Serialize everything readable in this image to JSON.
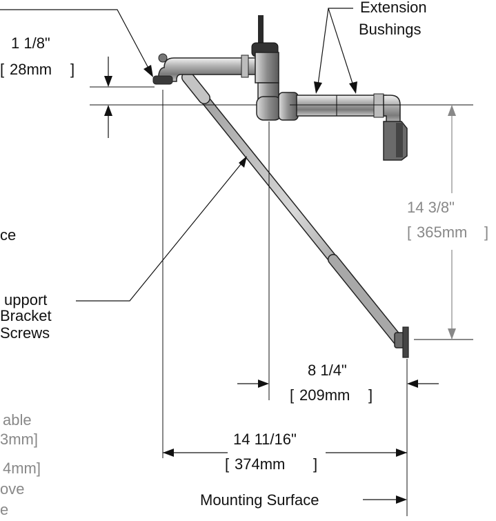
{
  "labels": {
    "extension_bushings_line1": "Extension",
    "extension_bushings_line2": "Bushings",
    "support_line1": "upport",
    "support_line2": "Bracket",
    "support_line3": "Screws",
    "face_fragment": "ce",
    "mounting_surface": "Mounting Surface"
  },
  "dimensions": {
    "outlet_height": {
      "imperial": "1 1/8\"",
      "metric": "28mm"
    },
    "spout_height": {
      "imperial": "14 3/8\"",
      "metric": "365mm"
    },
    "bracket_reach": {
      "imperial": "8 1/4\"",
      "metric": "209mm"
    },
    "overall_reach": {
      "imperial": "14 11/16\"",
      "metric": "374mm"
    }
  },
  "notes_fragment": {
    "line1": "able",
    "line2": "3mm]",
    "line3": "4mm]",
    "line4": "ove",
    "line5": "e"
  },
  "colors": {
    "dimension_black": "#111111",
    "dimension_gray": "#888888",
    "metal_light": "#e6e6e6",
    "metal_dark": "#6a6a6a"
  }
}
